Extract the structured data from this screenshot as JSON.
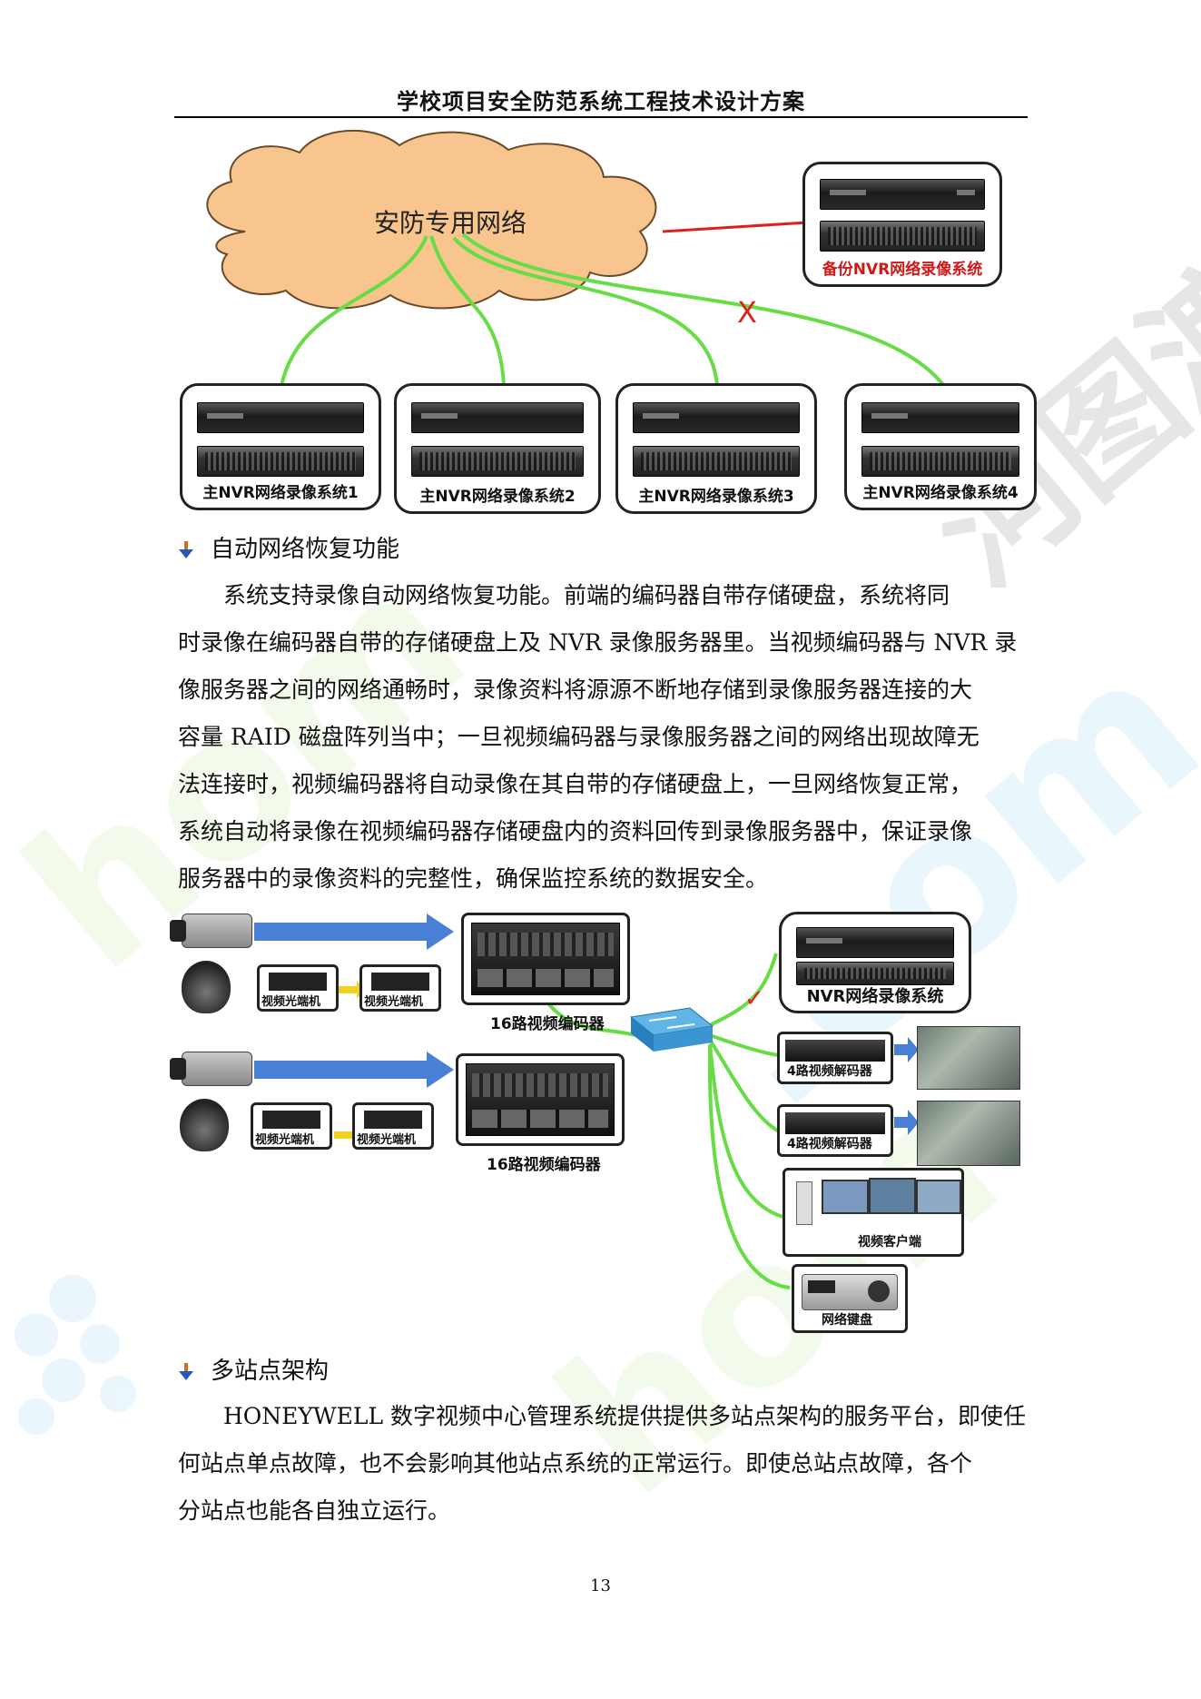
{
  "header": {
    "title": "学校项目安全防范系统工程技术设计方案"
  },
  "figure1": {
    "cloud_label": "安防专用网络",
    "backup_label": "备份NVR网络录像系统",
    "nvr_labels": [
      "主NVR网络录像系统1",
      "主NVR网络录像系统2",
      "主NVR网络录像系统3",
      "主NVR网络录像系统4"
    ],
    "break_mark": "X"
  },
  "section1": {
    "heading": "自动网络恢复功能",
    "lines": [
      "　　系统支持录像自动网络恢复功能。前端的编码器自带存储硬盘，系统将同",
      "时录像在编码器自带的存储硬盘上及 NVR 录像服务器里。当视频编码器与 NVR 录",
      "像服务器之间的网络通畅时，录像资料将源源不断地存储到录像服务器连接的大",
      "容量 RAID 磁盘阵列当中；一旦视频编码器与录像服务器之间的网络出现故障无",
      "法连接时，视频编码器将自动录像在其自带的存储硬盘上，一旦网络恢复正常，",
      "系统自动将录像在视频编码器存储硬盘内的资料回传到录像服务器中，保证录像",
      "服务器中的录像资料的完整性，确保监控系统的数据安全。"
    ]
  },
  "figure2": {
    "transceiver_label": "视频光端机",
    "encoder_label": "16路视频编码器",
    "nvr_label": "NVR网络录像系统",
    "decoder_label": "4路视频解码器",
    "client_label": "视频客户端",
    "keyboard_label": "网络键盘",
    "check_mark": "✓"
  },
  "section2": {
    "heading": "多站点架构",
    "lines": [
      "　　HONEYWELL 数字视频中心管理系统提供提供多站点架构的服务平台，即使任",
      "何站点单点故障，也不会影响其他站点系统的正常运行。即使总站点故障，各个",
      "分站点也能各自独立运行。"
    ]
  },
  "footer": {
    "page_number": "13"
  },
  "colors": {
    "link_green": "#66dd44",
    "link_red": "#e02020",
    "arrow_blue": "#4a7fd6",
    "cloud_fill": "#f8c58e",
    "cloud_stroke": "#6a4a2a"
  }
}
